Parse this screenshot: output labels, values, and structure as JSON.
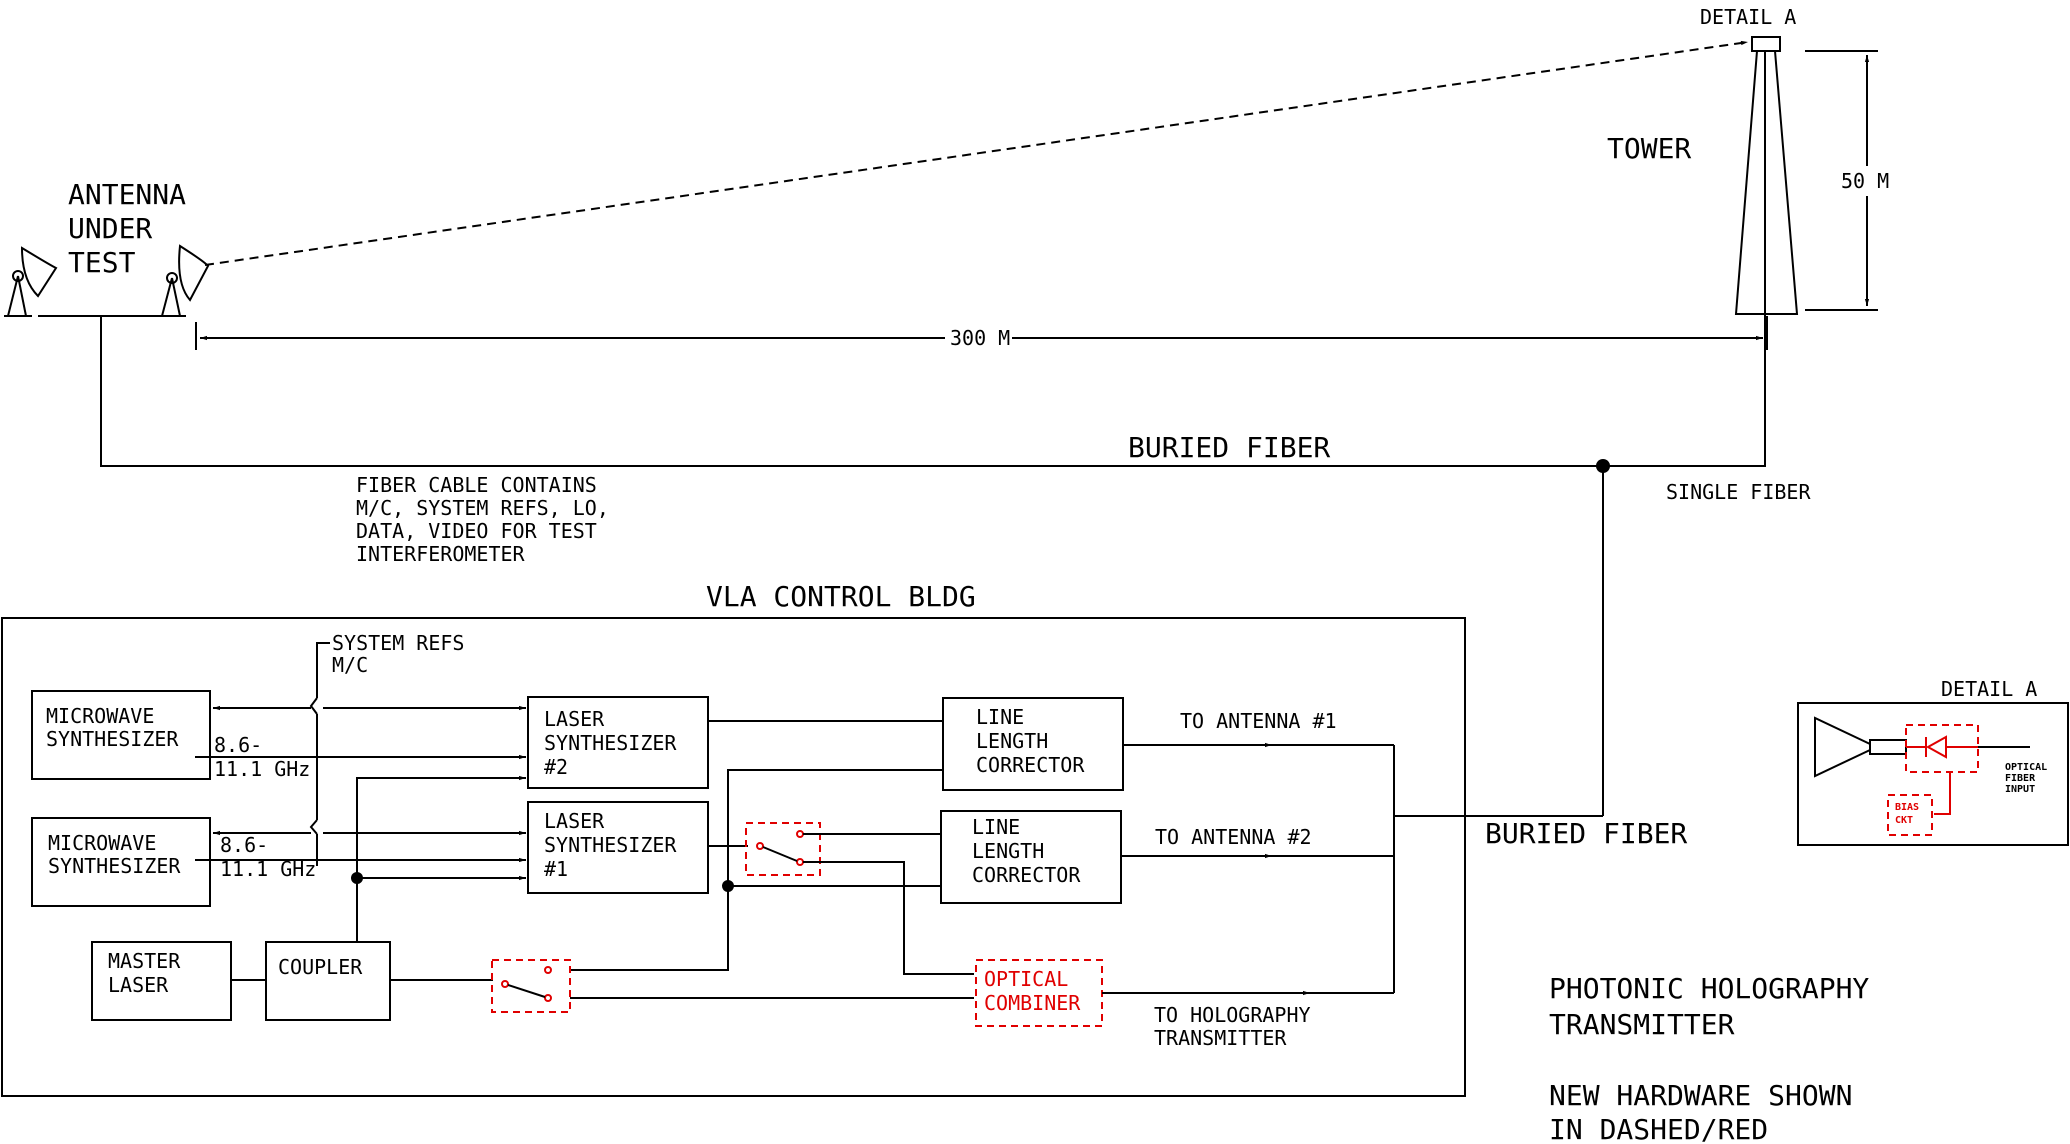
{
  "top": {
    "detail_a_label": "DETAIL A",
    "tower_label": "TOWER",
    "height_label": "50 M",
    "antenna_label": [
      "ANTENNA",
      "UNDER",
      "TEST"
    ],
    "distance_label": "300 M",
    "buried_fiber_label": "BURIED FIBER",
    "single_fiber_label": "SINGLE FIBER",
    "fiber_note": [
      "FIBER CABLE CONTAINS",
      "M/C, SYSTEM REFS, LO,",
      "DATA, VIDEO FOR TEST",
      "INTERFEROMETER"
    ]
  },
  "building": {
    "title": "VLA CONTROL BLDG",
    "system_refs": [
      "SYSTEM REFS",
      "M/C"
    ],
    "microwave_synth": [
      "MICROWAVE",
      "SYNTHESIZER"
    ],
    "freq_range": [
      "8.6-",
      "11.1 GHz"
    ],
    "laser_synth_2": [
      "LASER",
      "SYNTHESIZER",
      "#2"
    ],
    "laser_synth_1": [
      "LASER",
      "SYNTHESIZER",
      "#1"
    ],
    "line_length_corrector": [
      "LINE",
      "LENGTH",
      "CORRECTOR"
    ],
    "master_laser": [
      "MASTER",
      "LASER"
    ],
    "coupler": "COUPLER",
    "optical_combiner": [
      "OPTICAL",
      "COMBINER"
    ],
    "to_antenna_1": "TO ANTENNA #1",
    "to_antenna_2": "TO ANTENNA #2",
    "to_holography": [
      "TO HOLOGRAPHY",
      "TRANSMITTER"
    ],
    "buried_fiber_label": "BURIED FIBER"
  },
  "detail": {
    "title": "DETAIL A",
    "fiber_input": [
      "OPTICAL",
      "FIBER",
      "INPUT"
    ],
    "bias": [
      "BIAS",
      "CKT"
    ]
  },
  "notes": {
    "title": [
      "PHOTONIC HOLOGRAPHY",
      "TRANSMITTER"
    ],
    "legend": [
      "NEW HARDWARE SHOWN",
      "IN DASHED/RED"
    ]
  },
  "colors": {
    "line": "#000000",
    "new_hardware": "#e00000"
  }
}
